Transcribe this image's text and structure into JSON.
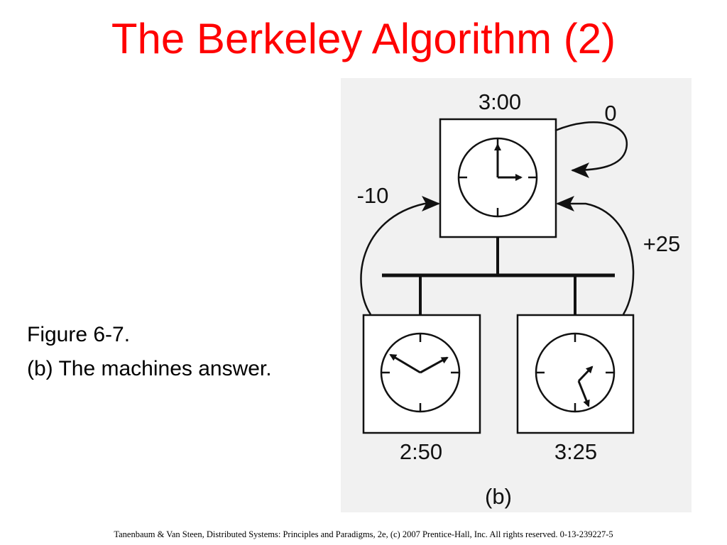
{
  "slide": {
    "title": "The Berkeley Algorithm (2)",
    "caption_line1": "Figure 6-7.",
    "caption_line2": "(b) The machines answer.",
    "footer": "Tanenbaum & Van Steen, Distributed Systems: Principles and Paradigms, 2e, (c) 2007 Prentice-Hall, Inc. All rights reserved. 0-13-239227-5"
  },
  "figure": {
    "label": "(b)",
    "machines": {
      "server": {
        "time": "3:00",
        "offset": "0"
      },
      "left": {
        "time": "2:50",
        "offset": "-10"
      },
      "right": {
        "time": "3:25",
        "offset": "+25"
      }
    }
  },
  "colors": {
    "title": "#ff0000",
    "figure_background": "#f1f1f1",
    "ink": "#111111"
  }
}
